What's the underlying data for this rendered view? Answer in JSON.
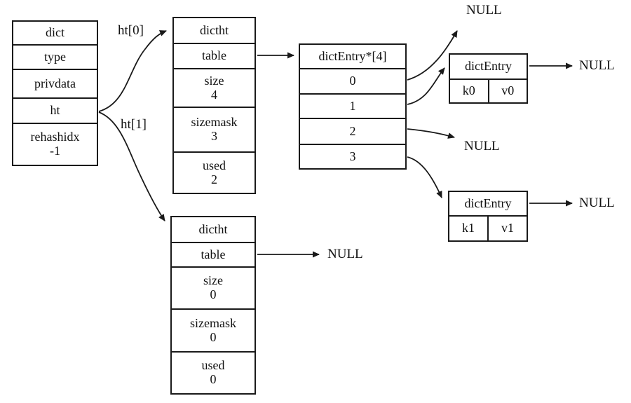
{
  "dict_box": {
    "rows": [
      {
        "label": "dict"
      },
      {
        "label": "type"
      },
      {
        "label": "privdata"
      },
      {
        "label": "ht"
      },
      {
        "label": "rehashidx",
        "value": "-1"
      }
    ]
  },
  "ht0_box": {
    "rows": [
      {
        "label": "dictht"
      },
      {
        "label": "table"
      },
      {
        "label": "size",
        "value": "4"
      },
      {
        "label": "sizemask",
        "value": "3"
      },
      {
        "label": "used",
        "value": "2"
      }
    ]
  },
  "ht1_box": {
    "rows": [
      {
        "label": "dictht"
      },
      {
        "label": "table"
      },
      {
        "label": "size",
        "value": "0"
      },
      {
        "label": "sizemask",
        "value": "0"
      },
      {
        "label": "used",
        "value": "0"
      }
    ]
  },
  "bucket_box": {
    "title": "dictEntry*[4]",
    "slots": [
      "0",
      "1",
      "2",
      "3"
    ]
  },
  "entry0_box": {
    "title": "dictEntry",
    "key": "k0",
    "value": "v0"
  },
  "entry1_box": {
    "title": "dictEntry",
    "key": "k1",
    "value": "v1"
  },
  "edge_labels": {
    "ht0": "ht[0]",
    "ht1": "ht[1]"
  },
  "null_labels": {
    "bucket0": "NULL",
    "entry0_next": "NULL",
    "bucket2": "NULL",
    "entry1_next": "NULL",
    "ht1_table": "NULL"
  },
  "colors": {
    "stroke": "#1a1a1a",
    "background": "#ffffff"
  }
}
